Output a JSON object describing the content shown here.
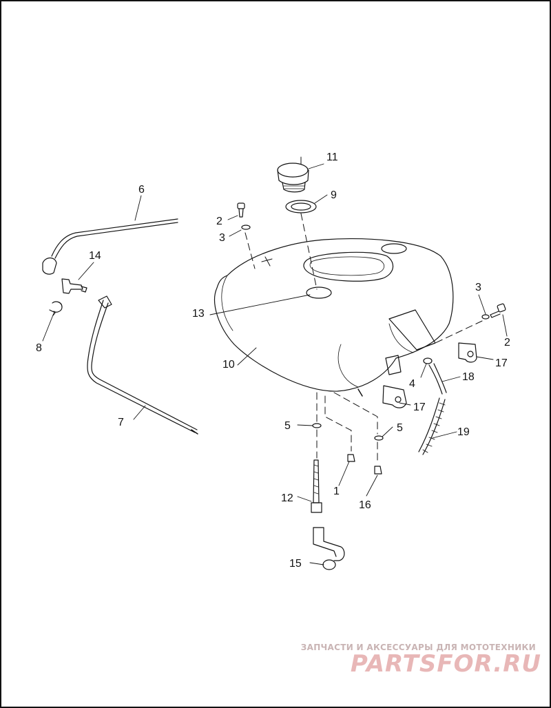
{
  "callouts": {
    "c1": "1",
    "c2a": "2",
    "c2b": "2",
    "c3a": "3",
    "c3b": "3",
    "c4": "4",
    "c5a": "5",
    "c5b": "5",
    "c6": "6",
    "c7": "7",
    "c8": "8",
    "c9": "9",
    "c10": "10",
    "c11": "11",
    "c12": "12",
    "c13": "13",
    "c14": "14",
    "c15": "15",
    "c16": "16",
    "c17a": "17",
    "c17b": "17",
    "c18": "18",
    "c19": "19"
  },
  "watermark": {
    "subtitle": "ЗАПЧАСТИ И АКСЕССУАРЫ ДЛЯ МОТОТЕХНИКИ",
    "brand": "PARTSFOR.RU"
  },
  "colors": {
    "line": "#111111",
    "watermark": "#e8b7b7"
  }
}
